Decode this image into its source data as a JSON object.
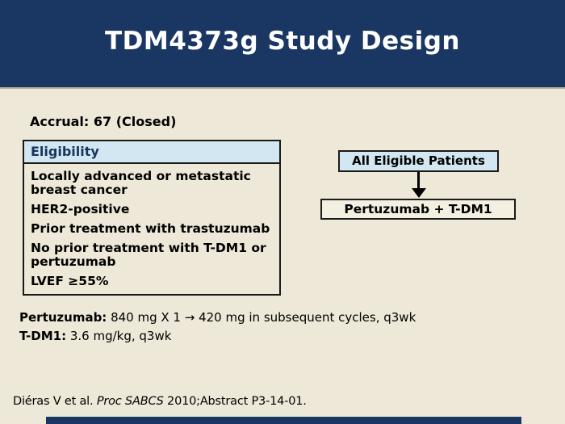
{
  "slide": {
    "title": "TDM4373g Study Design",
    "accrual": "Accrual: 67 (Closed)",
    "eligibility": {
      "header": "Eligibility",
      "items": [
        "Locally advanced or metastatic breast cancer",
        "HER2-positive",
        "Prior treatment with trastuzumab",
        "No prior treatment with T-DM1 or pertuzumab",
        "LVEF ≥55%"
      ]
    },
    "flow": {
      "top_box": "All Eligible Patients",
      "bottom_box": "Pertuzumab + T-DM1",
      "arrow_icon": "arrow-down-icon"
    },
    "dosing": [
      {
        "label": "Pertuzumab:",
        "text": " 840 mg X 1 → 420 mg in subsequent cycles, q3wk"
      },
      {
        "label": "T-DM1:",
        "text": " 3.6 mg/kg, q3wk"
      }
    ],
    "citation": {
      "pre": "Diéras V et al. ",
      "italic": "Proc SABCS",
      "post": " 2010;Abstract P3-14-01."
    },
    "colors": {
      "header_navy": "#1A3763",
      "background_cream": "#EDE8D7",
      "light_blue": "#D3E7F3",
      "bottom_box_cream": "#F4F0E1",
      "eligibility_text_navy": "#16365C",
      "text_black": "#000000"
    }
  }
}
